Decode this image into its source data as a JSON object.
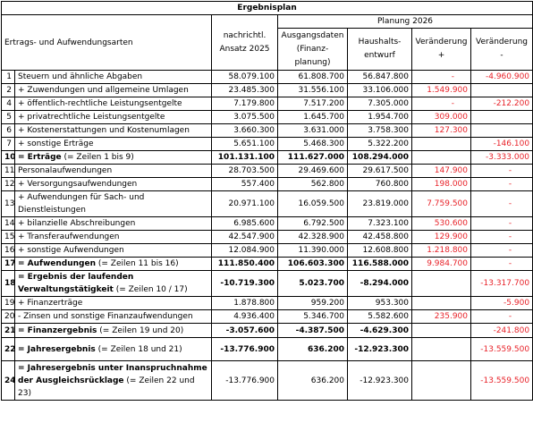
{
  "title": "Ergebnisplan",
  "header": {
    "label_col": "Ertrags- und Aufwendungsarten",
    "ansatz": "nachrichtl. Ansatz 2025",
    "planung": "Planung 2026",
    "ausgang": "Ausgangsdaten (Finanz-planung)",
    "haushalt": "Haushalts-entwurf",
    "plus": "Veränderung +",
    "minus": "Veränderung -"
  },
  "rows": [
    {
      "nr": "1",
      "label": "Steuern und ähnliche Abgaben",
      "note": "",
      "ansatz": "58.079.100",
      "ausgang": "61.808.700",
      "haushalt": "56.847.800",
      "plus": "-",
      "minus": "-4.960.900"
    },
    {
      "nr": "2",
      "label": "+ Zuwendungen und allgemeine Umlagen",
      "note": "",
      "ansatz": "23.485.300",
      "ausgang": "31.556.100",
      "haushalt": "33.106.000",
      "plus": "1.549.900",
      "minus": ""
    },
    {
      "nr": "4",
      "label": "+ öffentlich-rechtliche Leistungsentgelte",
      "note": "",
      "ansatz": "7.179.800",
      "ausgang": "7.517.200",
      "haushalt": "7.305.000",
      "plus": "-",
      "minus": "-212.200"
    },
    {
      "nr": "5",
      "label": "+ privatrechtliche Leistungsentgelte",
      "note": "",
      "ansatz": "3.075.500",
      "ausgang": "1.645.700",
      "haushalt": "1.954.700",
      "plus": "309.000",
      "minus": ""
    },
    {
      "nr": "6",
      "label": "+ Kostenerstattungen und Kostenumlagen",
      "note": "",
      "ansatz": "3.660.300",
      "ausgang": "3.631.000",
      "haushalt": "3.758.300",
      "plus": "127.300",
      "minus": ""
    },
    {
      "nr": "7",
      "label": "+ sonstige Erträge",
      "note": "",
      "ansatz": "5.651.100",
      "ausgang": "5.468.300",
      "haushalt": "5.322.200",
      "plus": "",
      "minus": "-146.100"
    },
    {
      "nr": "10",
      "label": "= Erträge",
      "note": " (= Zeilen 1 bis 9)",
      "ansatz": "101.131.100",
      "ausgang": "111.627.000",
      "haushalt": "108.294.000",
      "plus": "",
      "minus": "-3.333.000",
      "bold": true
    },
    {
      "nr": "11",
      "label": "Personalaufwendungen",
      "note": "",
      "ansatz": "28.703.500",
      "ausgang": "29.469.600",
      "haushalt": "29.617.500",
      "plus": "147.900",
      "minus": "-"
    },
    {
      "nr": "12",
      "label": "+ Versorgungsaufwendungen",
      "note": "",
      "ansatz": "557.400",
      "ausgang": "562.800",
      "haushalt": "760.800",
      "plus": "198.000",
      "minus": "-"
    },
    {
      "nr": "13",
      "label": "+ Aufwendungen für Sach- und Dienstleistungen",
      "note": "",
      "ansatz": "20.971.100",
      "ausgang": "16.059.500",
      "haushalt": "23.819.000",
      "plus": "7.759.500",
      "minus": "-",
      "wrap": true
    },
    {
      "nr": "14",
      "label": "+ bilanzielle Abschreibungen",
      "note": "",
      "ansatz": "6.985.600",
      "ausgang": "6.792.500",
      "haushalt": "7.323.100",
      "plus": "530.600",
      "minus": "-"
    },
    {
      "nr": "15",
      "label": "+ Transferaufwendungen",
      "note": "",
      "ansatz": "42.547.900",
      "ausgang": "42.328.900",
      "haushalt": "42.458.800",
      "plus": "129.900",
      "minus": "-"
    },
    {
      "nr": "16",
      "label": "+ sonstige Aufwendungen",
      "note": "",
      "ansatz": "12.084.900",
      "ausgang": "11.390.000",
      "haushalt": "12.608.800",
      "plus": "1.218.800",
      "minus": "-"
    },
    {
      "nr": "17",
      "label": "= Aufwendungen",
      "note": " (= Zeilen 11 bis 16)",
      "ansatz": "111.850.400",
      "ausgang": "106.603.300",
      "haushalt": "116.588.000",
      "plus": "9.984.700",
      "minus": "-",
      "bold": true
    },
    {
      "nr": "18",
      "label": "= Ergebnis der laufenden Verwaltungstätigkeit",
      "note": " (= Zeilen 10 / 17)",
      "ansatz": "-10.719.300",
      "ausgang": "5.023.700",
      "haushalt": "-8.294.000",
      "plus": "",
      "minus": "-13.317.700",
      "bold": true,
      "wrap": true
    },
    {
      "nr": "19",
      "label": "+ Finanzerträge",
      "note": "",
      "ansatz": "1.878.800",
      "ausgang": "959.200",
      "haushalt": "953.300",
      "plus": "",
      "minus": "-5.900"
    },
    {
      "nr": "20",
      "label": "- Zinsen und sonstige Finanzaufwendungen",
      "note": "",
      "ansatz": "4.936.400",
      "ausgang": "5.346.700",
      "haushalt": "5.582.600",
      "plus": "235.900",
      "minus": "-"
    },
    {
      "nr": "21",
      "label": "= Finanzergebnis",
      "note": " (= Zeilen 19 und 20)",
      "ansatz": "-3.057.600",
      "ausgang": "-4.387.500",
      "haushalt": "-4.629.300",
      "plus": "",
      "minus": "-241.800",
      "bold": true
    },
    {
      "nr": "22",
      "label": "= Jahresergebnis",
      "note": " (= Zeilen 18 und 21)",
      "ansatz": "-13.776.900",
      "ausgang": "636.200",
      "haushalt": "-12.923.300",
      "plus": "",
      "minus": "-13.559.500",
      "bold": true
    },
    {
      "nr": "24",
      "label": "= Jahresergebnis unter Inanspruchnahme der Ausgleichsrücklage",
      "note": " (= Zeilen 22 und 23)",
      "ansatz": "-13.776.900",
      "ausgang": "636.200",
      "haushalt": "-12.923.300",
      "plus": "",
      "minus": "-13.559.500",
      "bold": true,
      "boldLabelOnly": true,
      "wrap": true
    }
  ]
}
